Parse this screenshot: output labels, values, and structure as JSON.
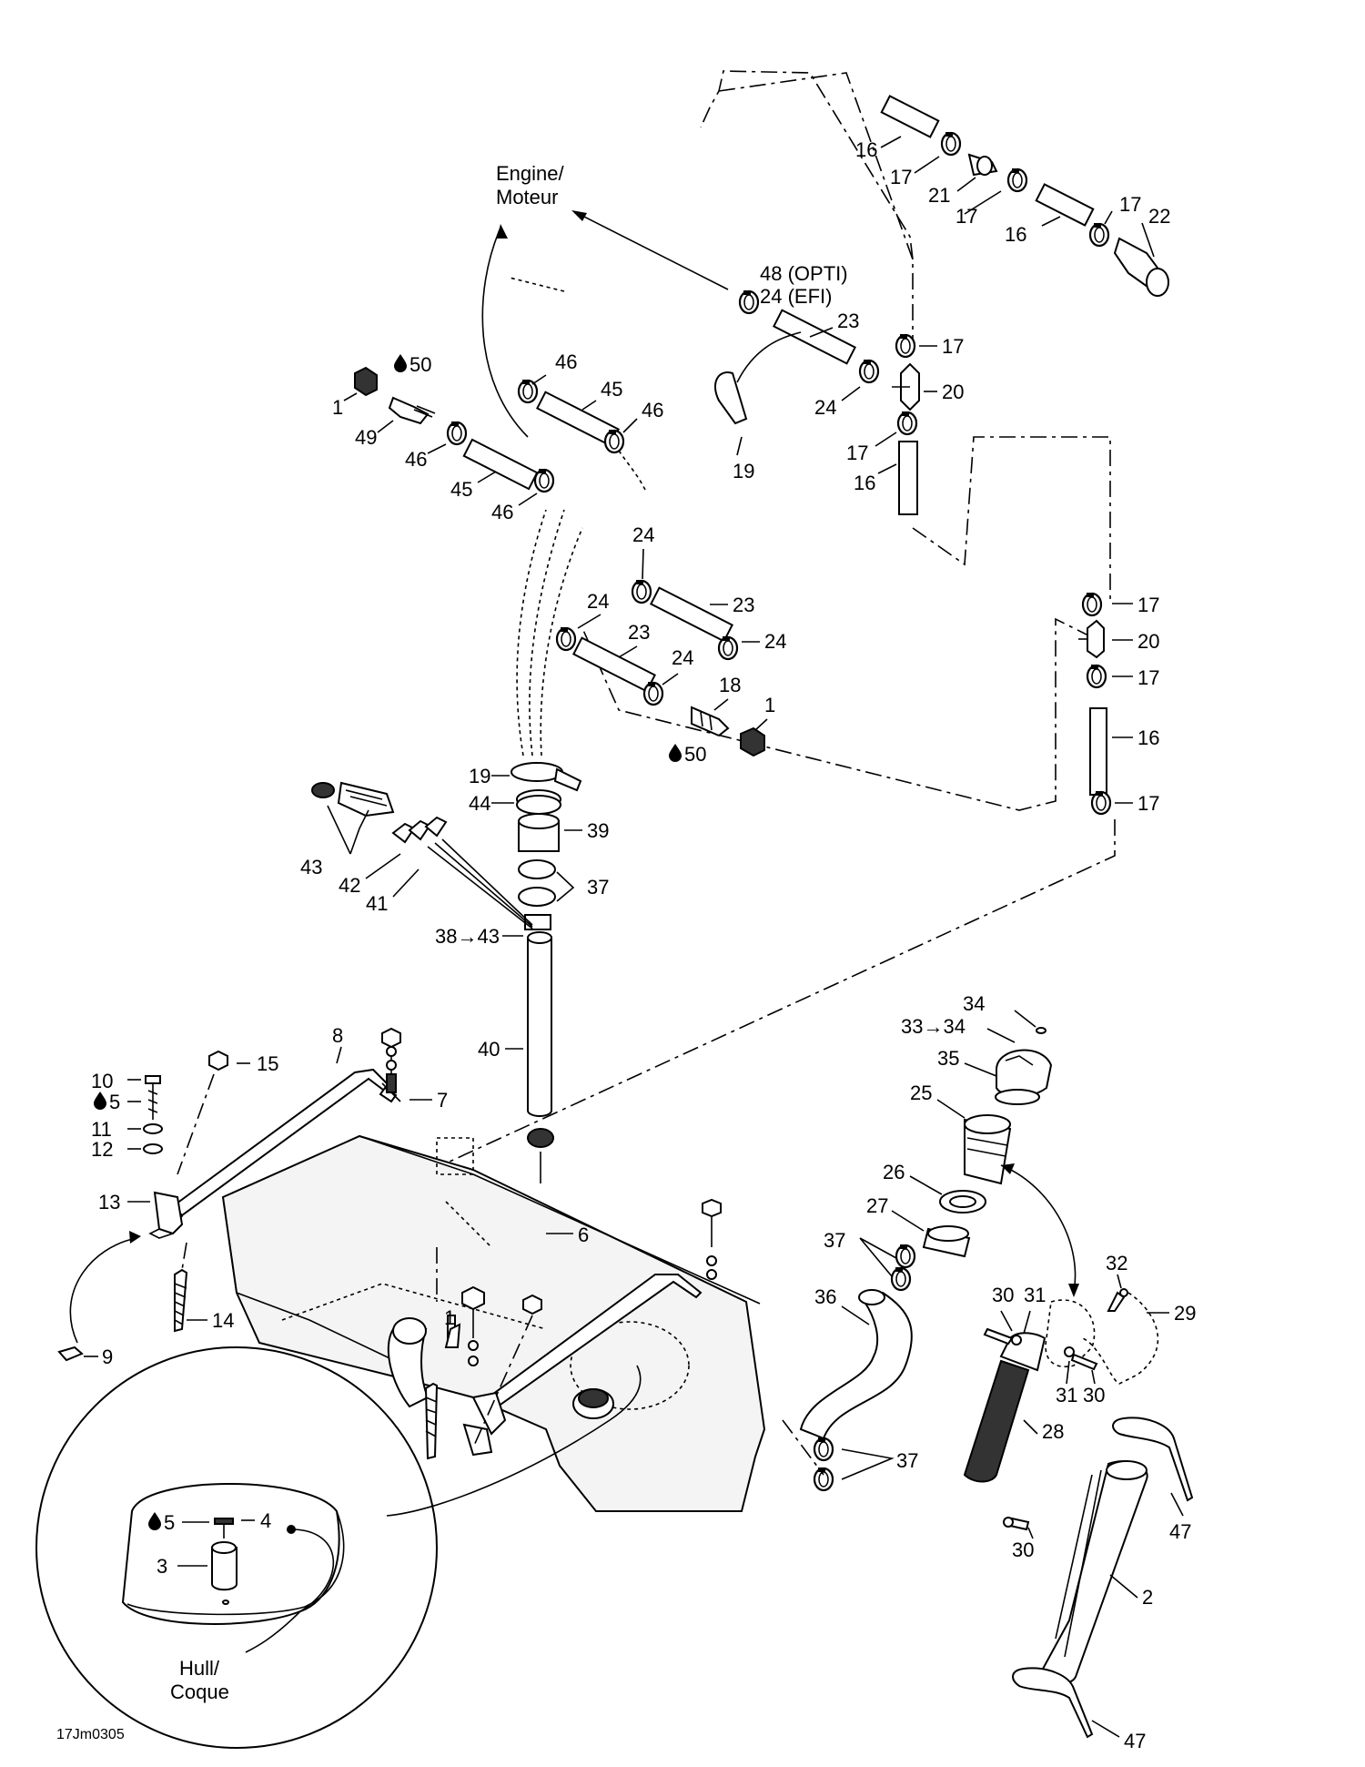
{
  "diagram_id": "17Jm0305",
  "destinations": {
    "engine": "Engine/\nMoteur",
    "hull": "Hull/\nCoque"
  },
  "labels": {
    "l16a": "16",
    "l17a": "17",
    "l21": "21",
    "l17b": "17",
    "l17c": "17",
    "l22": "22",
    "l16b": "16",
    "l48": "48 (OPTI)",
    "l24efi": "24 (EFI)",
    "l23a": "23",
    "l17d": "17",
    "l20a": "20",
    "l24a": "24",
    "l17e": "17",
    "l16c": "16",
    "l19a": "19",
    "l1a": "1",
    "l50a": "50",
    "l46a": "46",
    "l45a": "45",
    "l46b": "46",
    "l49": "49",
    "l46c": "46",
    "l45b": "45",
    "l46d": "46",
    "l24b": "24",
    "l23b": "23",
    "l24c": "24",
    "l24d": "24",
    "l23c": "23",
    "l24e": "24",
    "l18": "18",
    "l1b": "1",
    "l50b": "50",
    "l17f": "17",
    "l20b": "20",
    "l17g": "17",
    "l16d": "16",
    "l17h": "17",
    "l19b": "19",
    "l44": "44",
    "l39": "39",
    "l37a": "37",
    "l43a": "43",
    "l42": "42",
    "l41": "41",
    "l3843": "38→43",
    "l40": "40",
    "l34": "34",
    "l3334": "33→34",
    "l35": "35",
    "l25": "25",
    "l26": "26",
    "l27": "27",
    "l37b": "37",
    "l36": "36",
    "l30a": "30",
    "l31a": "31",
    "l32": "32",
    "l29": "29",
    "l31b": "31",
    "l30b": "30",
    "l28": "28",
    "l37c": "37",
    "l30c": "30",
    "l47a": "47",
    "l2": "2",
    "l47b": "47",
    "l8": "8",
    "l15": "15",
    "l10": "10",
    "l5a": "5",
    "l7": "7",
    "l11": "11",
    "l12": "12",
    "l13": "13",
    "l6": "6",
    "l14": "14",
    "l9": "9",
    "l4": "4",
    "l5b": "5",
    "l3": "3",
    "l1c": "1"
  }
}
